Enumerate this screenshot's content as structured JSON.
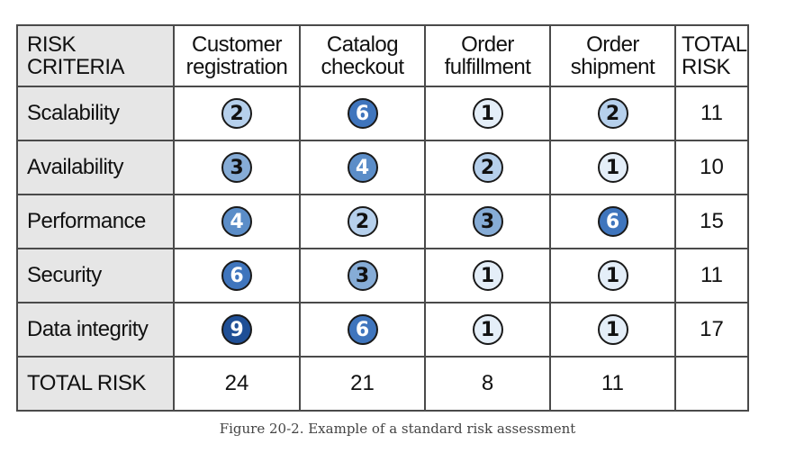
{
  "table": {
    "corner_label": "RISK CRITERIA",
    "columns": [
      {
        "line1": "Customer",
        "line2": "registration"
      },
      {
        "line1": "Catalog",
        "line2": "checkout"
      },
      {
        "line1": "Order",
        "line2": "fulfillment"
      },
      {
        "line1": "Order",
        "line2": "shipment"
      }
    ],
    "total_header": {
      "line1": "TOTAL",
      "line2": "RISK"
    },
    "rows": [
      {
        "label": "Scalability",
        "scores": [
          2,
          6,
          1,
          2
        ],
        "total": 11
      },
      {
        "label": "Availability",
        "scores": [
          3,
          4,
          2,
          1
        ],
        "total": 10
      },
      {
        "label": "Performance",
        "scores": [
          4,
          2,
          3,
          6
        ],
        "total": 15
      },
      {
        "label": "Security",
        "scores": [
          6,
          3,
          1,
          1
        ],
        "total": 11
      },
      {
        "label": "Data integrity",
        "scores": [
          9,
          6,
          1,
          1
        ],
        "total": 17
      }
    ],
    "total_row": {
      "label": "TOTAL RISK",
      "values": [
        24,
        21,
        8,
        11
      ],
      "grand_total": ""
    }
  },
  "score_colors": {
    "1": {
      "fill": "#e4eef8",
      "text": "#111111"
    },
    "2": {
      "fill": "#b6d0ec",
      "text": "#111111"
    },
    "3": {
      "fill": "#86acd6",
      "text": "#111111"
    },
    "4": {
      "fill": "#5b8dc8",
      "text": "#ffffff"
    },
    "6": {
      "fill": "#3f75bd",
      "text": "#ffffff"
    },
    "9": {
      "fill": "#1f4f96",
      "text": "#ffffff"
    }
  },
  "caption": "Figure 20-2. Example of a standard risk assessment"
}
